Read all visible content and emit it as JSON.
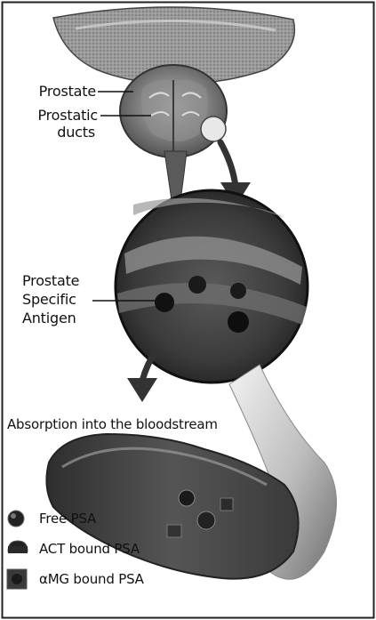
{
  "diagram": {
    "labels": {
      "prostate": "Prostate",
      "prostatic_ducts_line1": "Prostatic",
      "prostatic_ducts_line2": "ducts",
      "psa_line1": "Prostate",
      "psa_line2": "Specific",
      "psa_line3": "Antigen",
      "absorption": "Absorption into the bloodstream"
    },
    "legend": [
      {
        "label": "Free PSA",
        "icon": "free-psa-dot-icon"
      },
      {
        "label": "ACT bound PSA",
        "icon": "act-bound-psa-icon"
      },
      {
        "label": "αMG bound PSA",
        "icon": "amg-bound-psa-icon"
      }
    ],
    "colors": {
      "tissue_dark": "#4a4a4a",
      "tissue_mid": "#8a8a8a",
      "tissue_light": "#cfcfcf",
      "ink": "#111111"
    }
  }
}
